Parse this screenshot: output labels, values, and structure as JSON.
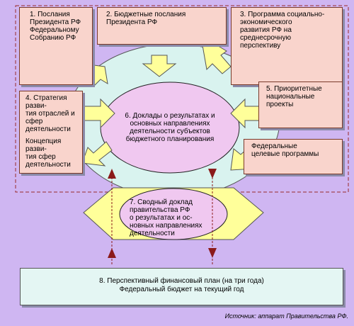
{
  "colors": {
    "background": "#cfb6f2",
    "box_fill": "#f9d4cc",
    "ring_fill": "#d9f3ef",
    "center_fill": "#f0c8f0",
    "arrow_fill": "#ffff9a",
    "link_arrow": "#8b1a1a",
    "bottom_fill": "#e4f6f3"
  },
  "boxes": {
    "b1": [
      "1. Послания",
      "Президента РФ",
      "Федеральному",
      "Собранию РФ"
    ],
    "b2": [
      "2. Бюджетные послания",
      "Президента РФ"
    ],
    "b3": [
      "3. Программа социально-",
      "экономического",
      "развития РФ на",
      "среднесрочную",
      "перспективу"
    ],
    "b4a": [
      "4. Стратегия разви-",
      "тия отраслей и",
      "сфер деятельности"
    ],
    "b4b": [
      "Концепция разви-",
      "тия сфер",
      "деятельности"
    ],
    "b5": [
      "5. Приоритетные",
      "национальные",
      "проекты"
    ],
    "b5b": [
      "Федеральные",
      "целевые программы"
    ]
  },
  "center": [
    "6. Доклады о результатах и",
    "основных направлениях",
    "деятельности субъектов",
    "бюджетного планирования"
  ],
  "summary": [
    "7. Сводный доклад",
    "правительства РФ",
    "о результатах и ос-",
    "новных направлениях",
    "деятельности"
  ],
  "bottom": [
    "8. Перспективный финансовый план (на три года)",
    "Федеральный бюджет на текущий год"
  ],
  "source": "Источник: аппарат Правительства РФ."
}
